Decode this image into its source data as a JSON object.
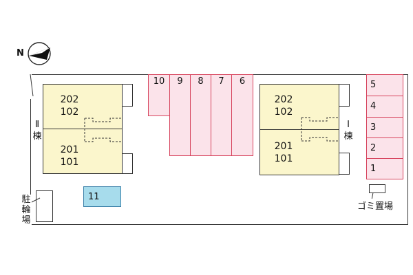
{
  "compass": {
    "icon": "north-arrow-icon",
    "label": "N"
  },
  "building_ii": {
    "label_lines": [
      "Ⅱ",
      "棟"
    ],
    "upper_rooms": [
      "202",
      "102"
    ],
    "lower_rooms": [
      "201",
      "101"
    ]
  },
  "building_i": {
    "label_lines": [
      "Ⅰ",
      "棟"
    ],
    "upper_rooms": [
      "202",
      "102"
    ],
    "lower_rooms": [
      "201",
      "101"
    ]
  },
  "parking_top": [
    "10",
    "9",
    "8",
    "7",
    "6"
  ],
  "parking_right": [
    "5",
    "4",
    "3",
    "2",
    "1"
  ],
  "parking_blue": "11",
  "bicycle_parking": [
    "駐",
    "輪",
    "場"
  ],
  "garbage_area": "ゴミ置場",
  "colors": {
    "building_fill": "#fbf6cc",
    "parking_fill": "#fbe3ea",
    "parking_border": "#d6405a",
    "blue_space": "#a7dcec"
  }
}
